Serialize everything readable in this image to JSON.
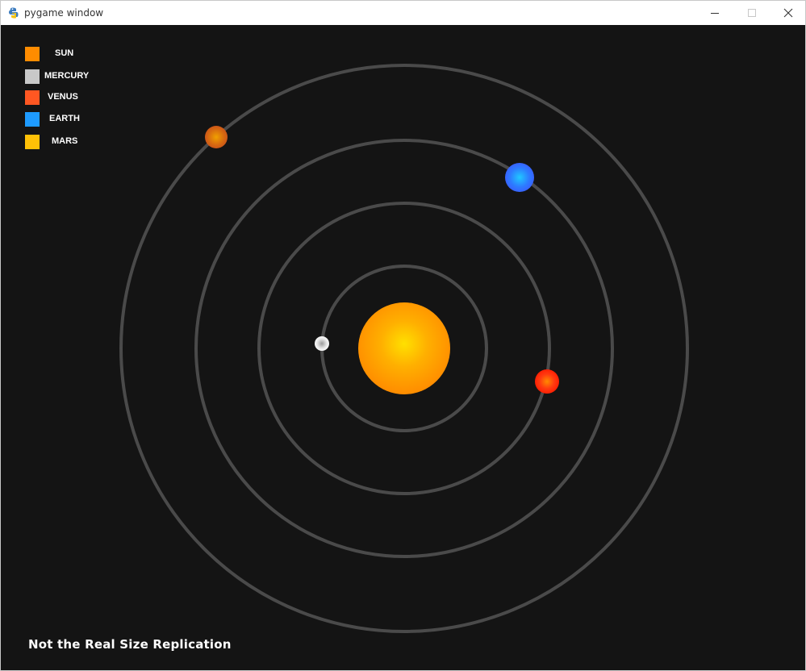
{
  "window": {
    "title": "pygame window",
    "icon": "pygame-snake-icon",
    "controls": [
      "minimize-icon",
      "maximize-icon",
      "close-icon"
    ]
  },
  "legend": [
    {
      "label": "SUN",
      "color": "#FF8C00"
    },
    {
      "label": "MERCURY",
      "color": "#C8C8C8"
    },
    {
      "label": "VENUS",
      "color": "#FF5722"
    },
    {
      "label": "EARTH",
      "color": "#1E9BFF"
    },
    {
      "label": "MARS",
      "color": "#FFC107"
    }
  ],
  "footer_note": "Not the Real Size Replication",
  "colors": {
    "background": "#141414",
    "orbit": "#4a4a4a"
  }
}
